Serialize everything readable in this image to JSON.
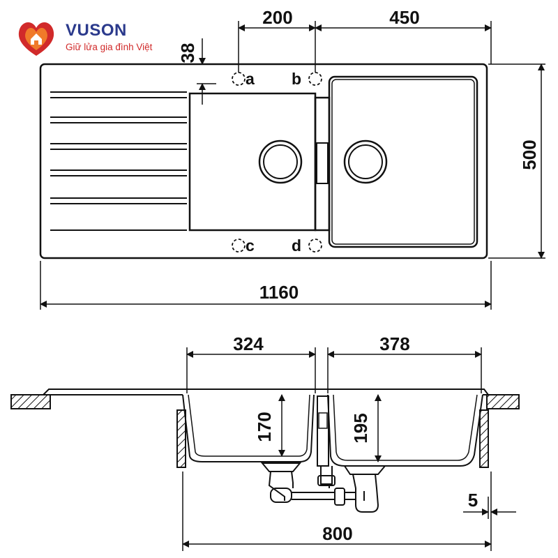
{
  "brand": {
    "name": "VUSON",
    "slogan": "Giữ lửa gia đình Việt",
    "colors": {
      "red": "#d12a2a",
      "orange": "#f07a2a",
      "blue": "#2b3a8c"
    }
  },
  "top_view": {
    "dimensions": {
      "overall_width": "1160",
      "overall_depth": "500",
      "tap_hole_spacing": "200",
      "right_bowl_width": "450",
      "rim_offset": "38"
    },
    "tap_hole_labels": {
      "a": "a",
      "b": "b",
      "c": "c",
      "d": "d"
    }
  },
  "section_view": {
    "dimensions": {
      "left_bowl_width": "324",
      "right_bowl_width": "378",
      "left_bowl_depth": "170",
      "right_bowl_depth": "195",
      "cutout_width": "800",
      "rim_thickness": "5"
    }
  }
}
